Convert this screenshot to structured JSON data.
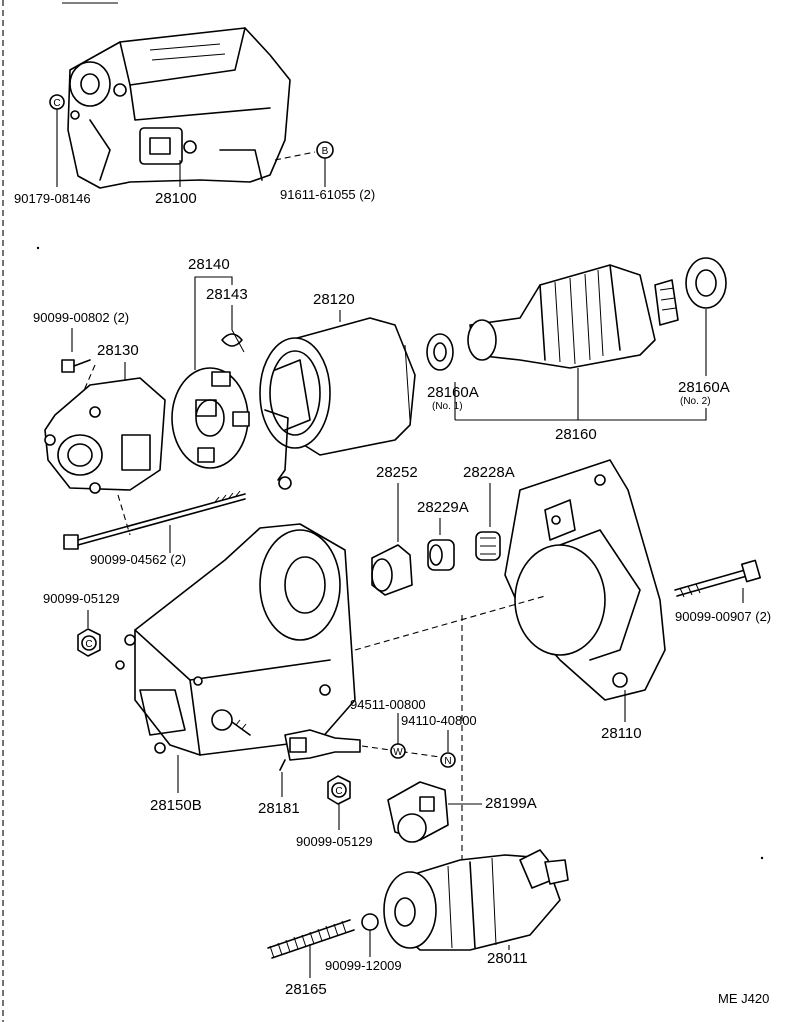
{
  "labels": {
    "p90179": "90179-08146",
    "p28100": "28100",
    "p91611": "91611-61055 (2)",
    "p28140": "28140",
    "p28143": "28143",
    "p28120": "28120",
    "p90099_00802": "90099-00802 (2)",
    "p28130": "28130",
    "p28160a1": "28160A",
    "p28160a1_note": "(No. 1)",
    "p28160a2": "28160A",
    "p28160a2_note": "(No. 2)",
    "p28160": "28160",
    "p28252": "28252",
    "p28228a": "28228A",
    "p28229a": "28229A",
    "p90099_04562": "90099-04562 (2)",
    "p90099_05129_a": "90099-05129",
    "p90099_00907": "90099-00907 (2)",
    "p94511": "94511-00800",
    "p94110": "94110-40800",
    "p28110": "28110",
    "p28150b": "28150B",
    "p28181": "28181",
    "p28199a": "28199A",
    "p90099_05129_b": "90099-05129",
    "p28011": "28011",
    "p90099_12009": "90099-12009",
    "p28165": "28165",
    "code": "ME  J420"
  },
  "markers": {
    "c1": "C",
    "b": "B",
    "c2": "C",
    "c3": "C",
    "w": "W",
    "n": "N"
  }
}
